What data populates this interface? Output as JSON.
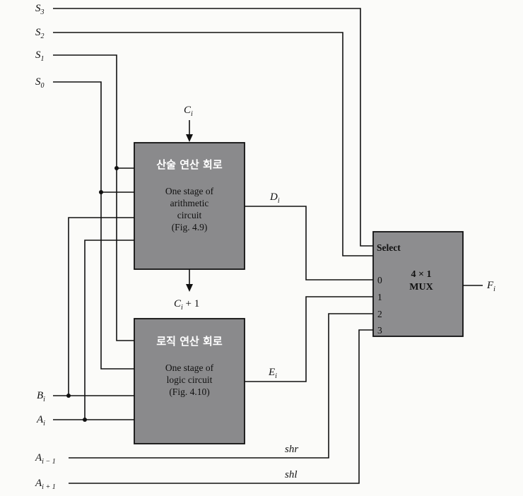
{
  "inputs": {
    "s3": {
      "base": "S",
      "sub": "3"
    },
    "s2": {
      "base": "S",
      "sub": "2"
    },
    "s1": {
      "base": "S",
      "sub": "1"
    },
    "s0": {
      "base": "S",
      "sub": "0"
    },
    "bi": {
      "base": "B",
      "sub": "i"
    },
    "ai": {
      "base": "A",
      "sub": "i"
    },
    "ai_minus_1": {
      "base": "A",
      "sub": "i − 1"
    },
    "ai_plus_1": {
      "base": "A",
      "sub": "i + 1"
    }
  },
  "carry_in": {
    "base": "C",
    "sub": "i"
  },
  "carry_out": {
    "base": "C",
    "sub": "i",
    "suffix": " + 1"
  },
  "arithmetic_block": {
    "korean_title": "산술 연산 회로",
    "lines": [
      "One stage of",
      "arithmetic",
      "circuit",
      "(Fig. 4.9)"
    ]
  },
  "logic_block": {
    "korean_title": "로직 연산 회로",
    "lines": [
      "One stage of",
      "logic circuit",
      "(Fig. 4.10)"
    ]
  },
  "signals": {
    "di": {
      "base": "D",
      "sub": "i"
    },
    "ei": {
      "base": "E",
      "sub": "i"
    },
    "shr": "shr",
    "shl": "shl"
  },
  "mux": {
    "select_label": "Select",
    "title_line1": "4 × 1",
    "title_line2": "MUX",
    "inputs": [
      "0",
      "1",
      "2",
      "3"
    ]
  },
  "output": {
    "base": "F",
    "sub": "i"
  }
}
